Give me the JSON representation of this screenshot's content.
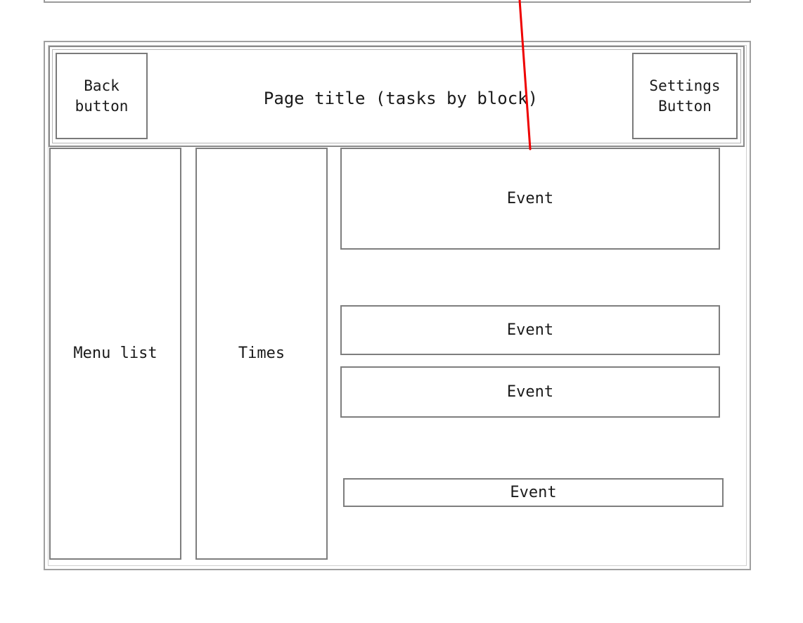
{
  "header": {
    "back_button": "Back\nbutton",
    "title": "Page title (tasks by block)",
    "settings_button": "Settings\nButton"
  },
  "columns": {
    "menu_list": "Menu list",
    "times": "Times"
  },
  "events": [
    {
      "label": "Event"
    },
    {
      "label": "Event"
    },
    {
      "label": "Event"
    },
    {
      "label": "Event"
    }
  ],
  "colors": {
    "connector": "#ee0000",
    "border": "#8a8a8a"
  }
}
